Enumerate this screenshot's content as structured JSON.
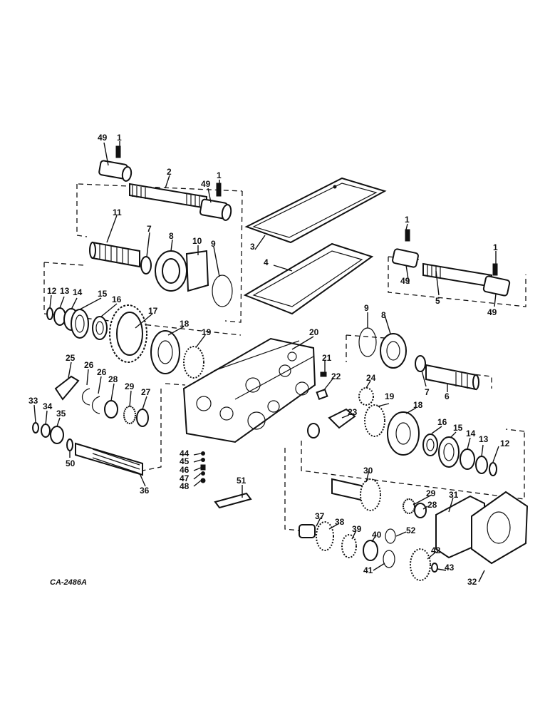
{
  "figure": {
    "reference": "CA-2486A",
    "callouts": [
      "1",
      "2",
      "3",
      "4",
      "5",
      "6",
      "7",
      "8",
      "9",
      "10",
      "11",
      "12",
      "13",
      "14",
      "15",
      "16",
      "17",
      "18",
      "19",
      "20",
      "21",
      "22",
      "23",
      "24",
      "25",
      "26",
      "27",
      "28",
      "29",
      "30",
      "31",
      "32",
      "33",
      "34",
      "35",
      "36",
      "37",
      "38",
      "39",
      "40",
      "41",
      "42",
      "43",
      "44",
      "45",
      "46",
      "47",
      "48",
      "49",
      "50",
      "51",
      "52"
    ]
  },
  "labels": [
    {
      "id": "l49a",
      "text": "49"
    },
    {
      "id": "l1a",
      "text": "1"
    },
    {
      "id": "l2",
      "text": "2"
    },
    {
      "id": "l49b",
      "text": "49"
    },
    {
      "id": "l1b",
      "text": "1"
    },
    {
      "id": "l3",
      "text": "3"
    },
    {
      "id": "l4",
      "text": "4"
    },
    {
      "id": "l11",
      "text": "11"
    },
    {
      "id": "l7a",
      "text": "7"
    },
    {
      "id": "l8a",
      "text": "8"
    },
    {
      "id": "l10",
      "text": "10"
    },
    {
      "id": "l9a",
      "text": "9"
    },
    {
      "id": "l1c",
      "text": "1"
    },
    {
      "id": "l1d",
      "text": "1"
    },
    {
      "id": "l49c",
      "text": "49"
    },
    {
      "id": "l5",
      "text": "5"
    },
    {
      "id": "l49d",
      "text": "49"
    },
    {
      "id": "l12a",
      "text": "12"
    },
    {
      "id": "l13a",
      "text": "13"
    },
    {
      "id": "l14a",
      "text": "14"
    },
    {
      "id": "l15a",
      "text": "15"
    },
    {
      "id": "l16a",
      "text": "16"
    },
    {
      "id": "l17",
      "text": "17"
    },
    {
      "id": "l18a",
      "text": "18"
    },
    {
      "id": "l19a",
      "text": "19"
    },
    {
      "id": "l20",
      "text": "20"
    },
    {
      "id": "l9b",
      "text": "9"
    },
    {
      "id": "l8b",
      "text": "8"
    },
    {
      "id": "l21",
      "text": "21"
    },
    {
      "id": "l22",
      "text": "22"
    },
    {
      "id": "l24",
      "text": "24"
    },
    {
      "id": "l7b",
      "text": "7"
    },
    {
      "id": "l6",
      "text": "6"
    },
    {
      "id": "l23",
      "text": "23"
    },
    {
      "id": "l19b",
      "text": "19"
    },
    {
      "id": "l18b",
      "text": "18"
    },
    {
      "id": "l16b",
      "text": "16"
    },
    {
      "id": "l15b",
      "text": "15"
    },
    {
      "id": "l14b",
      "text": "14"
    },
    {
      "id": "l13b",
      "text": "13"
    },
    {
      "id": "l12b",
      "text": "12"
    },
    {
      "id": "l25",
      "text": "25"
    },
    {
      "id": "l26a",
      "text": "26"
    },
    {
      "id": "l26b",
      "text": "26"
    },
    {
      "id": "l28a",
      "text": "28"
    },
    {
      "id": "l29a",
      "text": "29"
    },
    {
      "id": "l27",
      "text": "27"
    },
    {
      "id": "l33",
      "text": "33"
    },
    {
      "id": "l34",
      "text": "34"
    },
    {
      "id": "l35",
      "text": "35"
    },
    {
      "id": "l50",
      "text": "50"
    },
    {
      "id": "l36",
      "text": "36"
    },
    {
      "id": "l44",
      "text": "44"
    },
    {
      "id": "l45",
      "text": "45"
    },
    {
      "id": "l46",
      "text": "46"
    },
    {
      "id": "l47",
      "text": "47"
    },
    {
      "id": "l48",
      "text": "48"
    },
    {
      "id": "l51",
      "text": "51"
    },
    {
      "id": "l30",
      "text": "30"
    },
    {
      "id": "l29b",
      "text": "29"
    },
    {
      "id": "l28b",
      "text": "28"
    },
    {
      "id": "l31",
      "text": "31"
    },
    {
      "id": "l37",
      "text": "37"
    },
    {
      "id": "l38",
      "text": "38"
    },
    {
      "id": "l39",
      "text": "39"
    },
    {
      "id": "l40",
      "text": "40"
    },
    {
      "id": "l52",
      "text": "52"
    },
    {
      "id": "l41",
      "text": "41"
    },
    {
      "id": "l42",
      "text": "42"
    },
    {
      "id": "l43",
      "text": "43"
    },
    {
      "id": "l32",
      "text": "32"
    }
  ]
}
